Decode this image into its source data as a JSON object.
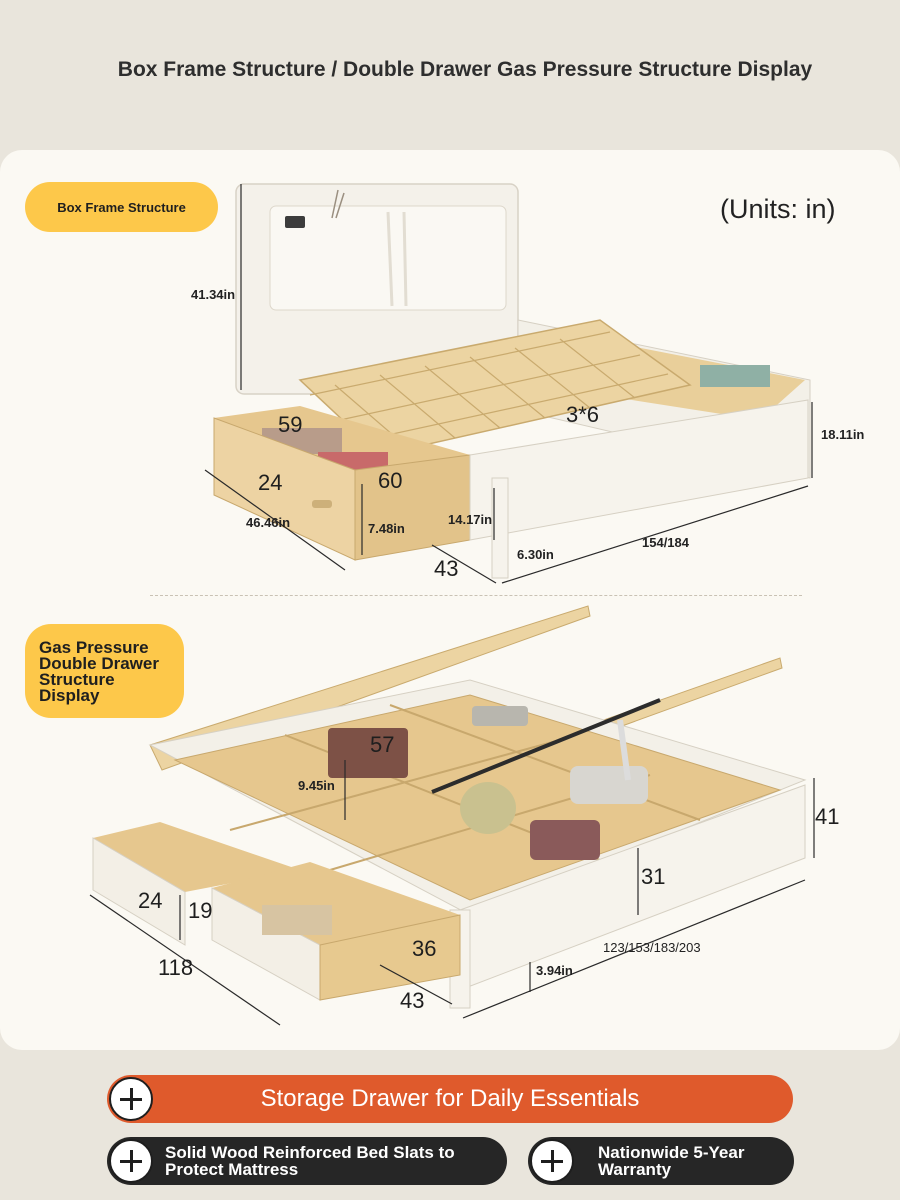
{
  "page": {
    "title": "Box Frame Structure / Double Drawer Gas Pressure Structure Display",
    "units_label": "(Units: in)"
  },
  "box_frame": {
    "label": "Box Frame Structure",
    "dimensions": {
      "headboard_height": "41.34in",
      "side_height": "18.11in",
      "drawer_width_a": "59",
      "drawer_width_b": "60",
      "drawer_height": "24",
      "drawer_depth": "46.46in",
      "drawer_inner": "7.48in",
      "drawer_front": "14.17in",
      "drawer_length": "43",
      "leg_height": "6.30in",
      "bed_length": "154/184",
      "slat_spec": "3*6"
    }
  },
  "gas_pressure": {
    "label_lines": [
      "Gas Pressure",
      "Double Drawer",
      "Structure",
      "Display"
    ],
    "dimensions": {
      "compartment_width": "57",
      "compartment_height": "9.45in",
      "side_height": "41",
      "inner_depth": "31",
      "drawer_height": "24",
      "drawer_inner": "19",
      "drawer_front": "36",
      "overall_length": "118",
      "drawer_length": "43",
      "leg_height": "3.94in",
      "bed_widths": "123/153/183/203"
    }
  },
  "features": {
    "main": "Storage Drawer for Daily Essentials",
    "left_lines": [
      "Solid Wood Reinforced Bed Slats to",
      "Protect Mattress"
    ],
    "right_lines": [
      "Nationwide 5-Year",
      "Warranty"
    ]
  },
  "colors": {
    "accent_yellow": "#fdc84a",
    "accent_orange": "#df5a2c",
    "dark": "#262626",
    "wood": "#e8c98f",
    "frame_white": "#f4f1ea"
  },
  "icons": {
    "feature_bullet": "plus-circle-icon",
    "clock": "digital-clock-icon"
  }
}
